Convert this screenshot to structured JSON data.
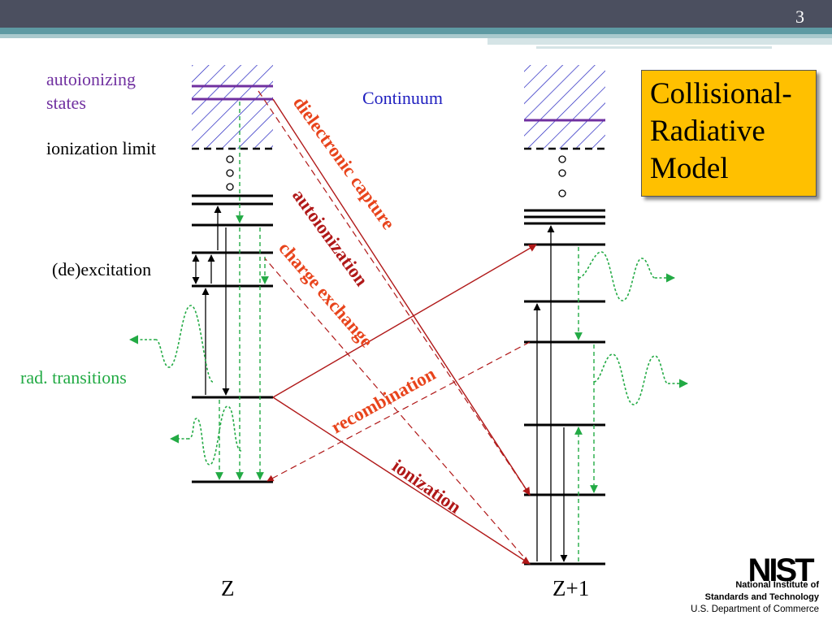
{
  "slide": {
    "page_number": "3"
  },
  "title_box": {
    "line1": "Collisional-",
    "line2": "Radiative",
    "line3": "Model"
  },
  "labels": {
    "autoionizing_1": "autoionizing",
    "autoionizing_2": "states",
    "ionization_limit": "ionization limit",
    "de_excitation": "(de)excitation",
    "rad_transitions": "rad. transitions",
    "continuum": "Continuum",
    "ion_z": "Z",
    "ion_z1": "Z+1"
  },
  "processes": {
    "dielectronic_capture": "dielectronic capture",
    "autoionization": "autoionization",
    "charge_exchange": "charge exchange",
    "recombination": "recombination",
    "ionization": "ionization"
  },
  "footer": {
    "logo_text": "NIST",
    "line1": "National Institute of",
    "line2": "Standards and Technology",
    "line3": "U.S. Department of Commerce"
  },
  "colors": {
    "title_box": "#ffc000",
    "header_bar": "#4b4f5f",
    "accent_teal": "#5e9aa3",
    "radiative_green": "#22aa44",
    "process_darkred": "#b01818",
    "process_orange": "#e8441c",
    "autoionizing_purple": "#7030a0",
    "continuum_blue": "#1f1fbf"
  }
}
